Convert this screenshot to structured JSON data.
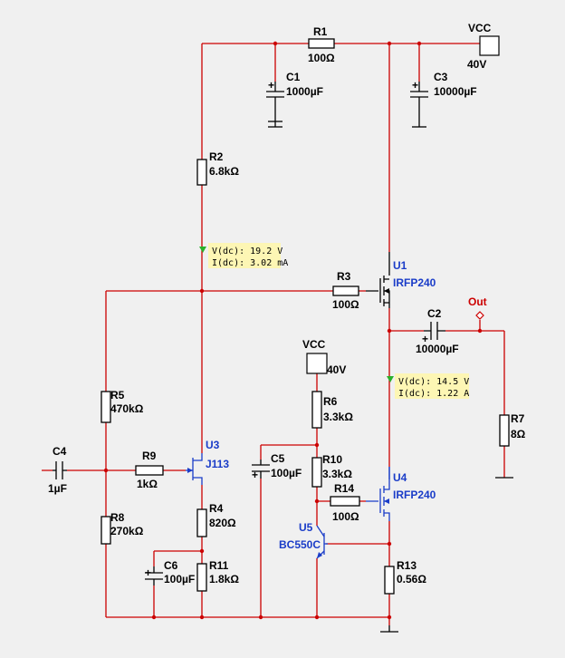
{
  "components": {
    "r1": {
      "ref": "R1",
      "value": "100Ω"
    },
    "r2": {
      "ref": "R2",
      "value": "6.8kΩ"
    },
    "r3": {
      "ref": "R3",
      "value": "100Ω"
    },
    "r4": {
      "ref": "R4",
      "value": "820Ω"
    },
    "r5": {
      "ref": "R5",
      "value": "470kΩ"
    },
    "r6": {
      "ref": "R6",
      "value": "3.3kΩ"
    },
    "r7": {
      "ref": "R7",
      "value": "8Ω"
    },
    "r8": {
      "ref": "R8",
      "value": "270kΩ"
    },
    "r9": {
      "ref": "R9",
      "value": "1kΩ"
    },
    "r10": {
      "ref": "R10",
      "value": "3.3kΩ"
    },
    "r11": {
      "ref": "R11",
      "value": "1.8kΩ"
    },
    "r13": {
      "ref": "R13",
      "value": "0.56Ω"
    },
    "r14": {
      "ref": "R14",
      "value": "100Ω"
    },
    "c1": {
      "ref": "C1",
      "value": "1000µF"
    },
    "c2": {
      "ref": "C2",
      "value": "10000µF"
    },
    "c3": {
      "ref": "C3",
      "value": "10000µF"
    },
    "c4": {
      "ref": "C4",
      "value": "1µF"
    },
    "c5": {
      "ref": "C5",
      "value": "100µF"
    },
    "c6": {
      "ref": "C6",
      "value": "100µF"
    },
    "u1": {
      "ref": "U1",
      "value": "IRFP240"
    },
    "u3": {
      "ref": "U3",
      "value": "J113"
    },
    "u4": {
      "ref": "U4",
      "value": "IRFP240"
    },
    "u5": {
      "ref": "U5",
      "value": "BC550C"
    }
  },
  "sources": {
    "vcc_top": {
      "name": "VCC",
      "value": "40V"
    },
    "vcc_mid": {
      "name": "VCC",
      "value": "40V"
    }
  },
  "output": {
    "label": "Out"
  },
  "probes": {
    "p1": {
      "voltage": "V(dc): 19.2 V",
      "current": "I(dc): 3.02 mA"
    },
    "p2": {
      "voltage": "V(dc): 14.5 V",
      "current": "I(dc): 1.22 A"
    }
  },
  "colors": {
    "wire": "#cc0000",
    "component": "#000000",
    "semiconductor": "#1a3cc8",
    "probe_background": "#fdf6b4",
    "background": "#f0f0f0"
  }
}
